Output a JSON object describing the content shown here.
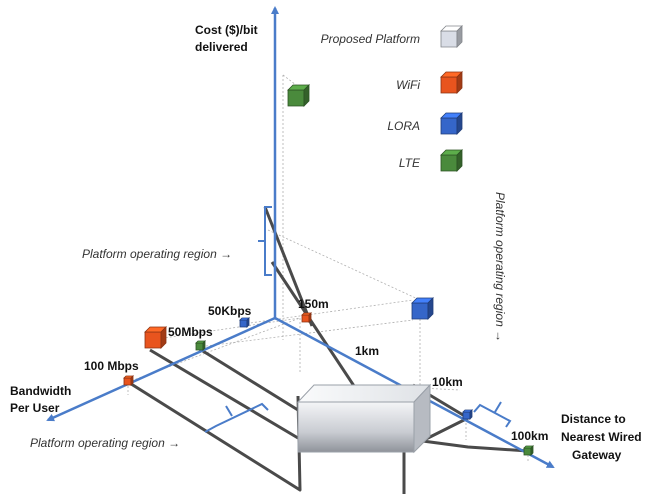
{
  "axes": {
    "cost_line1": "Cost ($)/bit",
    "cost_line2": "delivered",
    "bandwidth_line1": "Bandwidth",
    "bandwidth_line2": "Per User",
    "distance_line1": "Distance to",
    "distance_line2": "Nearest Wired",
    "distance_line3": "Gateway"
  },
  "bandwidth_ticks": [
    "100 Mbps",
    "50Mbps",
    "50Kbps"
  ],
  "distance_ticks": [
    "150m",
    "1km",
    "10km",
    "100km"
  ],
  "legend": [
    {
      "label": "Proposed Platform",
      "color": "#d9dde6",
      "icon": "platform-cube-icon"
    },
    {
      "label": "WiFi",
      "color": "#e8541e",
      "icon": "wifi-cube-icon"
    },
    {
      "label": "LORA",
      "color": "#3566c9",
      "icon": "lora-cube-icon"
    },
    {
      "label": "LTE",
      "color": "#4a8a3c",
      "icon": "lte-cube-icon"
    }
  ],
  "region_labels": {
    "left": "Platform operating region",
    "bottom": "Platform operating region",
    "right": "Platform operating region"
  },
  "colors": {
    "axis": "#4a7cc9",
    "wifi": "#e8541e",
    "lora": "#3566c9",
    "lte": "#4a8a3c",
    "platform": "#d9dde6"
  }
}
